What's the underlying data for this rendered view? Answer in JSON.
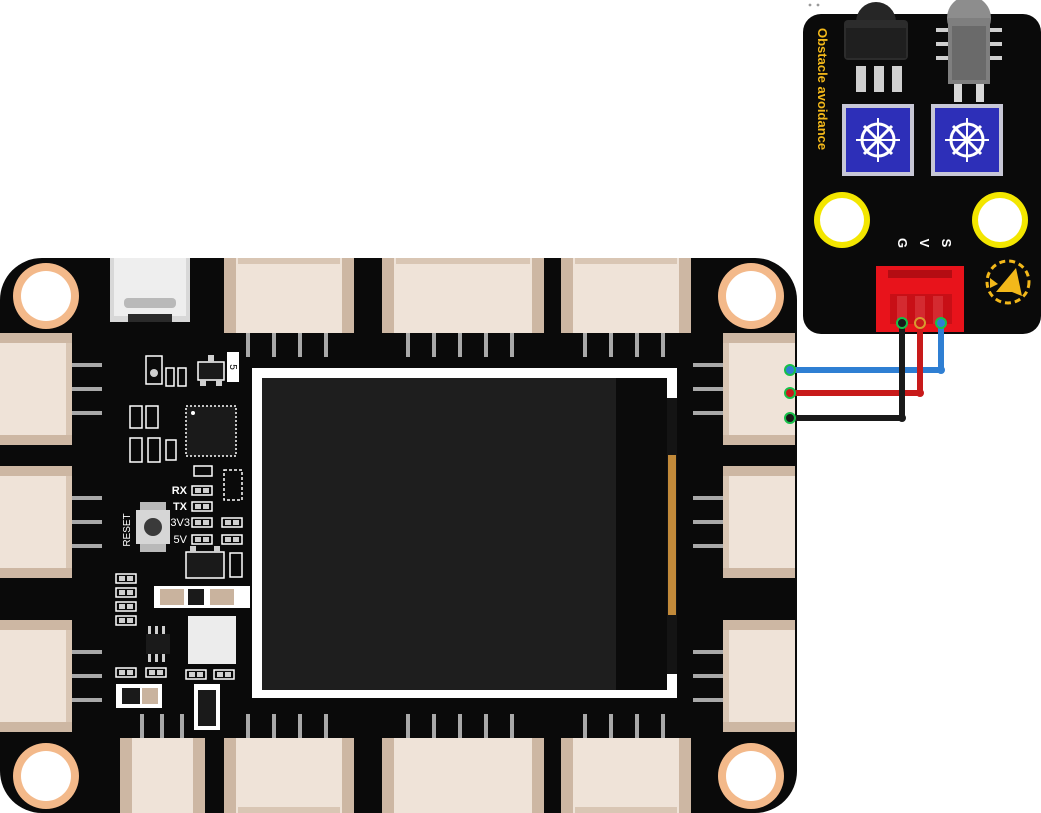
{
  "controller_board": {
    "labels": {
      "reset": "RESET",
      "rx": "RX",
      "tx": "TX",
      "v33": "3V3",
      "v5": "5V",
      "chip_mark": "5"
    }
  },
  "sensor_module": {
    "title": "Obstacle avoidance",
    "pins": {
      "g": "G",
      "v": "V",
      "s": "S"
    }
  },
  "wires": [
    {
      "name": "signal",
      "color": "#2f7fd3"
    },
    {
      "name": "power",
      "color": "#c81a1a"
    },
    {
      "name": "ground",
      "color": "#1a1a1a"
    }
  ],
  "colors": {
    "board": "#0a0a0a",
    "connector": "#efe3d8",
    "connector_dark": "#c9b39e",
    "hole_ring": "#f3b98a",
    "sensor_hole_ring": "#f3e600",
    "pot_blue": "#2d2fb8",
    "header_red": "#e8131b",
    "silkscreen_amber": "#f3b81a"
  }
}
